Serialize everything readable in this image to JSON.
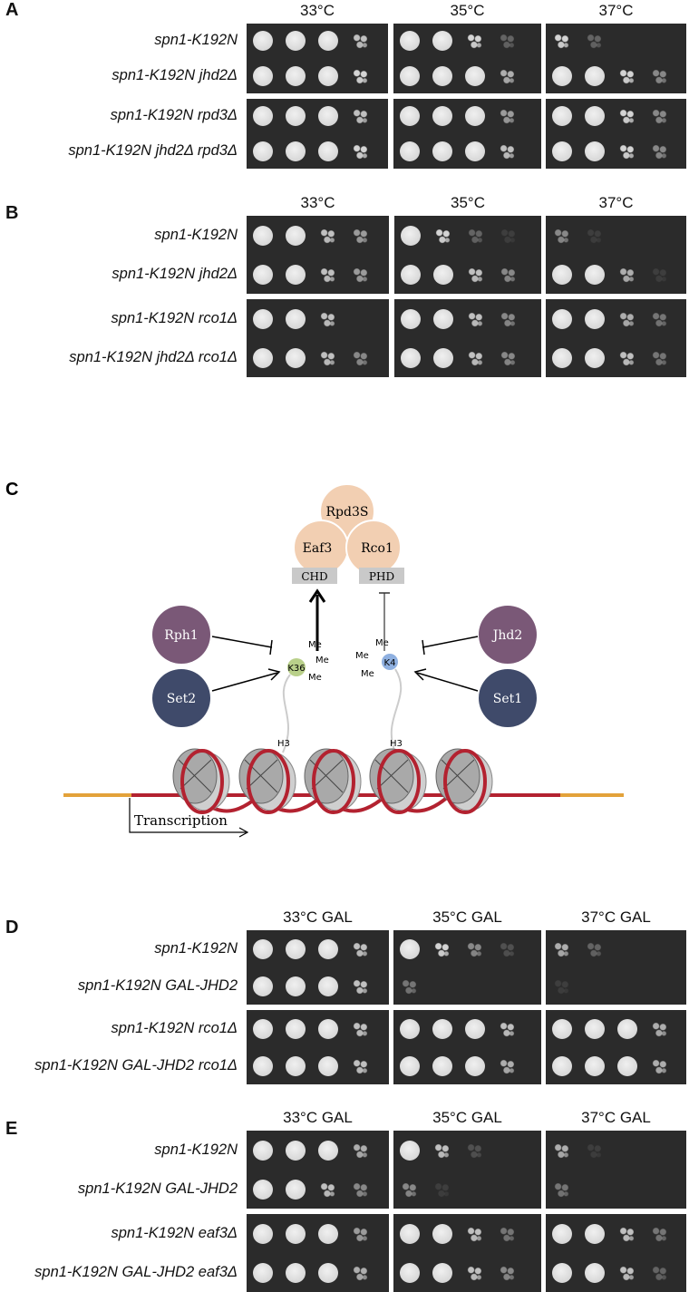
{
  "panels": {
    "A": {
      "letter": "A",
      "temps": [
        "33°C",
        "35°C",
        "37°C"
      ],
      "strains": [
        "spn1-K192N",
        "spn1-K192N jhd2Δ",
        "spn1-K192N rpd3Δ",
        "spn1-K192N jhd2Δ rpd3Δ"
      ],
      "growth": [
        [
          [
            1,
            1,
            1,
            0.8
          ],
          [
            1,
            1,
            0.9,
            0.3
          ],
          [
            0.9,
            0.3,
            0,
            0
          ]
        ],
        [
          [
            1,
            1,
            1,
            0.9
          ],
          [
            1,
            1,
            1,
            0.7
          ],
          [
            1,
            1,
            0.9,
            0.5
          ]
        ],
        [
          [
            1,
            1,
            1,
            0.8
          ],
          [
            1,
            1,
            1,
            0.6
          ],
          [
            1,
            1,
            0.9,
            0.5
          ]
        ],
        [
          [
            1,
            1,
            1,
            0.9
          ],
          [
            1,
            1,
            1,
            0.8
          ],
          [
            1,
            1,
            0.9,
            0.5
          ]
        ]
      ]
    },
    "B": {
      "letter": "B",
      "temps": [
        "33°C",
        "35°C",
        "37°C"
      ],
      "strains": [
        "spn1-K192N",
        "spn1-K192N jhd2Δ",
        "spn1-K192N rco1Δ",
        "spn1-K192N jhd2Δ rco1Δ"
      ],
      "growth": [
        [
          [
            1,
            1,
            0.8,
            0.6
          ],
          [
            1,
            0.9,
            0.3,
            0.1
          ],
          [
            0.5,
            0.1,
            0,
            0
          ]
        ],
        [
          [
            1,
            1,
            0.8,
            0.6
          ],
          [
            1,
            1,
            0.8,
            0.5
          ],
          [
            1,
            1,
            0.7,
            0.1
          ]
        ],
        [
          [
            1,
            1,
            0.8,
            0
          ],
          [
            1,
            1,
            0.8,
            0.5
          ],
          [
            1,
            1,
            0.7,
            0.4
          ]
        ],
        [
          [
            1,
            1,
            0.8,
            0.5
          ],
          [
            1,
            1,
            0.8,
            0.5
          ],
          [
            1,
            1,
            0.8,
            0.4
          ]
        ]
      ]
    },
    "C": {
      "letter": "C",
      "complex": "Rpd3S",
      "subunits": [
        "Eaf3",
        "Rco1"
      ],
      "domains": [
        "CHD",
        "PHD"
      ],
      "enzymes_left": [
        "Rph1",
        "Set2"
      ],
      "enzymes_right": [
        "Jhd2",
        "Set1"
      ],
      "k36_label": "K36",
      "k4_label": "K4",
      "methyl": "Me",
      "histone_tail": "H3",
      "transcription": "Transcription"
    },
    "D": {
      "letter": "D",
      "temps": [
        "33°C GAL",
        "35°C GAL",
        "37°C GAL"
      ],
      "strains": [
        "spn1-K192N",
        "spn1-K192N GAL-JHD2",
        "spn1-K192N rco1Δ",
        "spn1-K192N GAL-JHD2 rco1Δ"
      ],
      "growth": [
        [
          [
            1,
            1,
            1,
            0.8
          ],
          [
            1,
            0.9,
            0.5,
            0.2
          ],
          [
            0.7,
            0.3,
            0,
            0
          ]
        ],
        [
          [
            1,
            1,
            1,
            0.8
          ],
          [
            0.4,
            0,
            0,
            0
          ],
          [
            0.1,
            0,
            0,
            0
          ]
        ],
        [
          [
            1,
            1,
            1,
            0.8
          ],
          [
            1,
            1,
            1,
            0.8
          ],
          [
            1,
            1,
            1,
            0.7
          ]
        ],
        [
          [
            1,
            1,
            1,
            0.8
          ],
          [
            1,
            1,
            1,
            0.7
          ],
          [
            1,
            1,
            1,
            0.7
          ]
        ]
      ]
    },
    "E": {
      "letter": "E",
      "temps": [
        "33°C GAL",
        "35°C GAL",
        "37°C GAL"
      ],
      "strains": [
        "spn1-K192N",
        "spn1-K192N GAL-JHD2",
        "spn1-K192N eaf3Δ",
        "spn1-K192N GAL-JHD2 eaf3Δ"
      ],
      "growth": [
        [
          [
            1,
            1,
            1,
            0.7
          ],
          [
            1,
            0.8,
            0.2,
            0
          ],
          [
            0.7,
            0.1,
            0,
            0
          ]
        ],
        [
          [
            1,
            1,
            0.8,
            0.5
          ],
          [
            0.5,
            0.1,
            0,
            0
          ],
          [
            0.4,
            0,
            0,
            0
          ]
        ],
        [
          [
            1,
            1,
            1,
            0.6
          ],
          [
            1,
            1,
            0.8,
            0.4
          ],
          [
            1,
            1,
            0.8,
            0.4
          ]
        ],
        [
          [
            1,
            1,
            1,
            0.7
          ],
          [
            1,
            1,
            0.8,
            0.5
          ],
          [
            1,
            1,
            0.8,
            0.3
          ]
        ]
      ]
    }
  },
  "colors": {
    "complex_fill": "#f2cfb2",
    "domain_fill": "#c9c9c9",
    "rph1": "#7a5877",
    "jhd2": "#7a5877",
    "set2": "#3f4a6a",
    "set1": "#3f4a6a",
    "k36_fill": "#b9d08a",
    "k4_fill": "#8fb0e0",
    "dna_red": "#b32230",
    "dna_orange": "#e3a23a"
  }
}
